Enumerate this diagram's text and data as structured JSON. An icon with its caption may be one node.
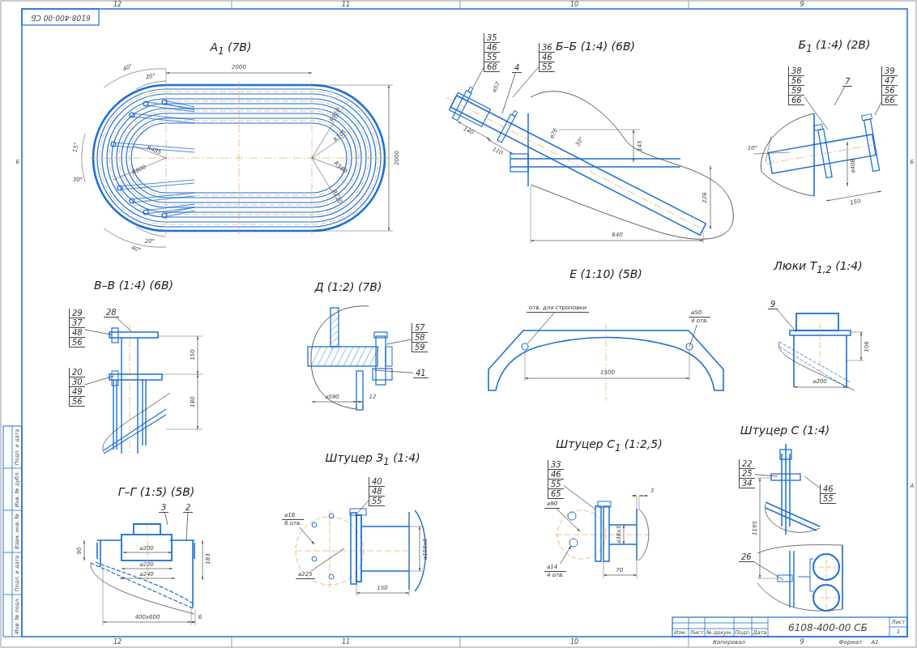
{
  "diagram": {
    "nodes": [
      {
        "text": [
          "35",
          "46",
          "55",
          "68"
        ]
      },
      {
        "text": [
          "4"
        ]
      },
      {
        "text": [
          "36",
          "46",
          "55"
        ]
      },
      {
        "text": [
          "38",
          "56",
          "59",
          "66"
        ]
      },
      {
        "text": [
          "7"
        ]
      },
      {
        "text": [
          "39",
          "47",
          "56",
          "66"
        ]
      },
      {
        "text": [
          "29",
          "37",
          "48",
          "56"
        ]
      },
      {
        "text": [
          "28"
        ]
      },
      {
        "text": [
          "20",
          "30",
          "49",
          "56"
        ]
      },
      {
        "text": [
          "57",
          "58",
          "59"
        ]
      },
      {
        "text": [
          "41"
        ]
      },
      {
        "text": [
          "отв. для строповки"
        ]
      },
      {
        "text": [
          "⌀50",
          "4 отв."
        ]
      },
      {
        "text": [
          "9"
        ]
      },
      {
        "text": [
          "3"
        ]
      },
      {
        "text": [
          "2"
        ]
      },
      {
        "text": [
          "40",
          "48",
          "55"
        ]
      },
      {
        "text": [
          "⌀18",
          "8 отв."
        ]
      },
      {
        "text": [
          "⌀225"
        ]
      },
      {
        "text": [
          "33",
          "46",
          "55",
          "65"
        ]
      },
      {
        "text": [
          "⌀90"
        ]
      },
      {
        "text": [
          "⌀14",
          "4 отв."
        ]
      },
      {
        "text": [
          "22",
          "25",
          "34"
        ]
      },
      {
        "text": [
          "46",
          "55"
        ]
      },
      {
        "text": [
          "26"
        ]
      },
      {
        "text": [],
        "shape": "circle"
      },
      {
        "text": [],
        "shape": "box"
      }
    ],
    "edges": [
      {
        "from": 0,
        "to": null,
        "arrow": "none"
      },
      {
        "from": 1,
        "to": null,
        "arrow": "none"
      },
      {
        "from": 2,
        "to": null,
        "arrow": "none"
      },
      {
        "from": 3,
        "to": null,
        "arrow": "none"
      },
      {
        "from": 4,
        "to": null,
        "arrow": "none"
      },
      {
        "from": 5,
        "to": null,
        "arrow": "none"
      },
      {
        "from": 6,
        "to": 26,
        "arrow": "none"
      },
      {
        "from": 7,
        "to": null,
        "arrow": "none"
      },
      {
        "from": 8,
        "to": null,
        "arrow": "none"
      },
      {
        "from": 9,
        "to": null,
        "arrow": "none"
      },
      {
        "from": 10,
        "to": null,
        "arrow": "none"
      },
      {
        "from": 11,
        "to": 25,
        "arrow": "none"
      },
      {
        "from": 12,
        "to": null,
        "arrow": "none"
      },
      {
        "from": 13,
        "to": null,
        "arrow": "none"
      },
      {
        "from": 14,
        "to": null,
        "arrow": "none"
      },
      {
        "from": 15,
        "to": null,
        "arrow": "none"
      },
      {
        "from": 16,
        "to": null,
        "arrow": "none"
      },
      {
        "from": 17,
        "to": null,
        "arrow": "to"
      },
      {
        "from": 18,
        "to": null,
        "arrow": "none"
      },
      {
        "from": 19,
        "to": null,
        "arrow": "none"
      },
      {
        "from": 20,
        "to": null,
        "arrow": "to"
      },
      {
        "from": 21,
        "to": null,
        "arrow": "to"
      },
      {
        "from": 22,
        "to": null,
        "arrow": "none"
      },
      {
        "from": 23,
        "to": null,
        "arrow": "none"
      },
      {
        "from": 24,
        "to": null,
        "arrow": "none"
      }
    ],
    "labels": [
      "6108-400-00 СБ",
      "12",
      "11",
      "10",
      "9",
      "Б",
      "Б",
      "А",
      "А$_{1}$ (7В)",
      "40°",
      "20°",
      "2000",
      "15°",
      "R485",
      "R800",
      "30°",
      "R910",
      "R705",
      "R580",
      "R730",
      "2000",
      "20°",
      "40°",
      "Б–Б (1:4) (6В)",
      "⌀57",
      "140",
      "110",
      "⌀76",
      "30°",
      "145",
      "226",
      "640",
      "Б$_{1}$ (1:4) (2В)",
      "10°",
      "⌀408",
      "150",
      "В–В (1:4) (6В)",
      "150",
      "180",
      "Д (1:2) (7В)",
      "⌀590",
      "12",
      "Е (1:10) (5В)",
      "1500",
      "Люки Т$_{1,2}$ (1:4)",
      "106",
      "⌀200",
      "Г–Г (1:5) (5В)",
      "90",
      "⌀200",
      "⌀220",
      "⌀240",
      "183",
      "400x600",
      "6",
      "Штуцер З$_{1}$ (1:4)",
      "⌀159x6",
      "150",
      "Штуцер С$_{1}$ (1:2,5)",
      "3",
      "⌀38x3",
      "70",
      "Штуцер С (1:4)",
      "1195",
      "12",
      "11",
      "10",
      "9",
      "6108-400-00 СБ",
      "Изм.",
      "Лист",
      "№ докум.",
      "Подп.",
      "Дата",
      "Лист",
      "1",
      "Копировал",
      "Формат",
      "А1",
      "Подп. и дата",
      "Инв. № дубл.",
      "Взам. инв. №",
      "Подп. и дата",
      "Инв. № подл."
    ]
  }
}
